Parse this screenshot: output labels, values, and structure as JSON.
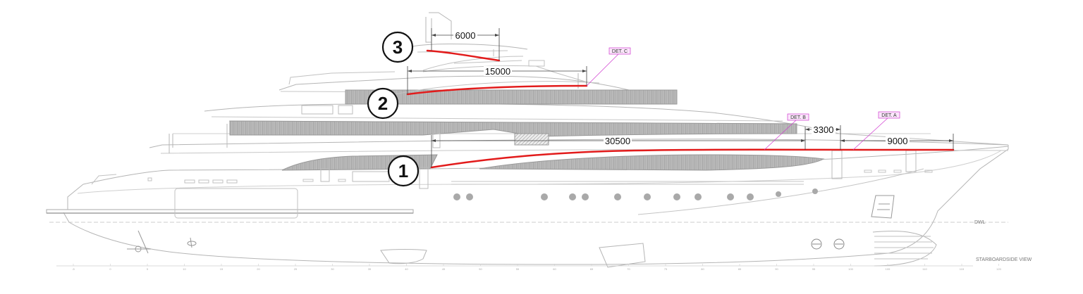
{
  "callouts": [
    {
      "number": "1"
    },
    {
      "number": "2"
    },
    {
      "number": "3"
    }
  ],
  "dimensions": {
    "d6000": "6000",
    "d15000": "15000",
    "d30500": "30500",
    "d3300": "3300",
    "d9000": "9000"
  },
  "details": {
    "det_a": "DET. A",
    "det_b": "DET. B",
    "det_c": "DET. C"
  },
  "labels": {
    "dwl": "DWL",
    "view": "STARBOARDSIDE VIEW"
  },
  "colors": {
    "highlight": "#e21b1b",
    "detail_border": "#d13bd1",
    "hatch": "#9a9a9a",
    "line": "#b5b5b5"
  },
  "frame_ticks": [
    "-5",
    "0",
    "5",
    "10",
    "15",
    "20",
    "25",
    "30",
    "35",
    "40",
    "45",
    "50",
    "55",
    "60",
    "65",
    "70",
    "75",
    "80",
    "85",
    "90",
    "95",
    "100",
    "105",
    "110",
    "115",
    "120"
  ]
}
